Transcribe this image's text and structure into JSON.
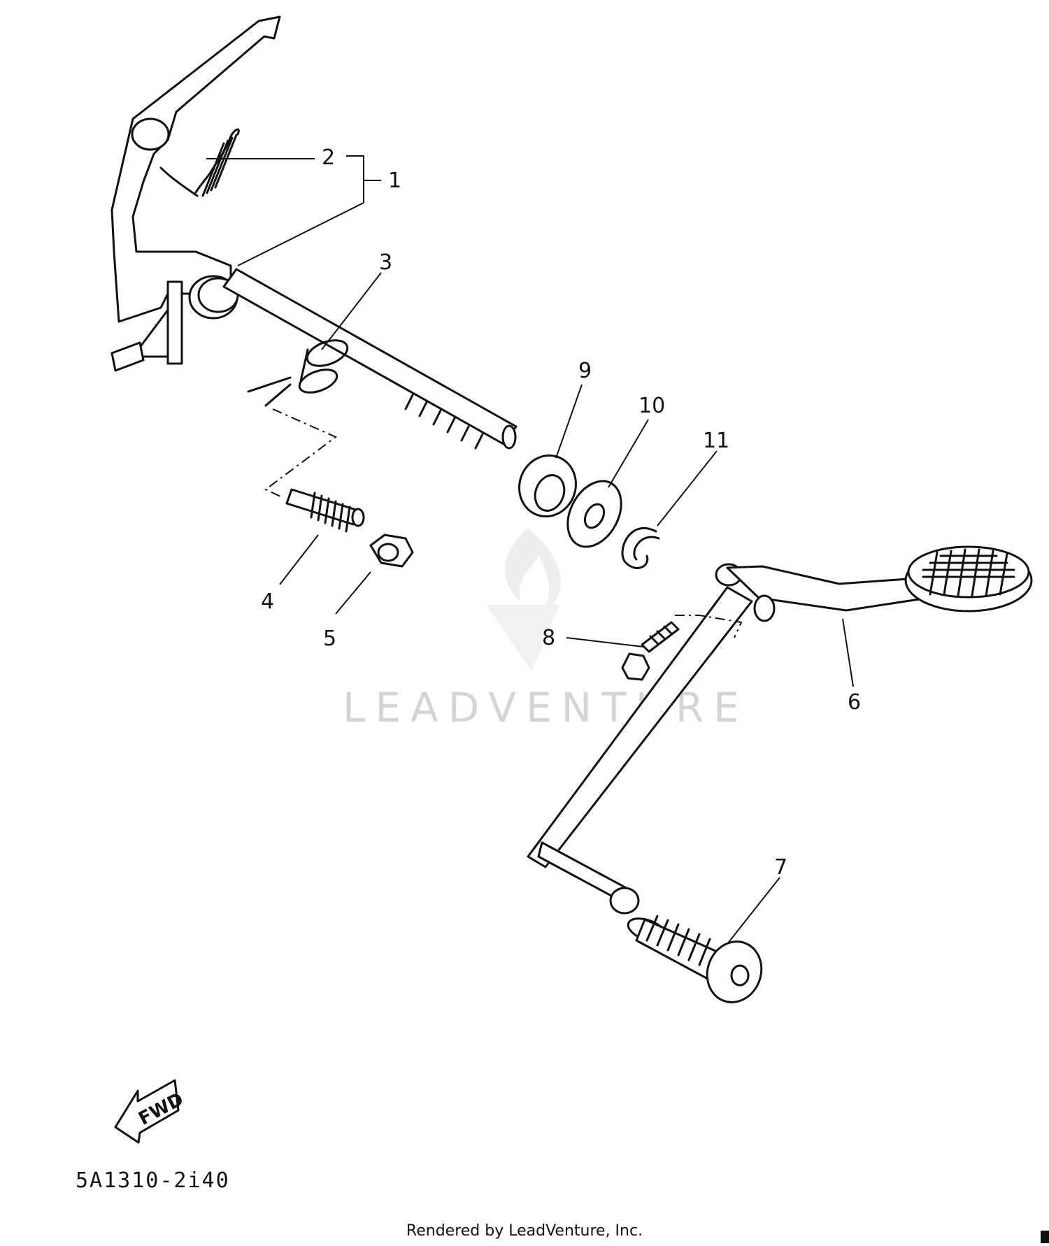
{
  "callouts": [
    "1",
    "2",
    "3",
    "4",
    "5",
    "6",
    "7",
    "8",
    "9",
    "10",
    "11"
  ],
  "watermark": {
    "brand": "LEADVENTURE"
  },
  "fwd_label": "FWD",
  "diagram_code": "5A1310-2i40",
  "footer": "Rendered by LeadVenture, Inc.",
  "icons": [
    "fwd-arrow-icon",
    "leadventure-logo-icon"
  ]
}
